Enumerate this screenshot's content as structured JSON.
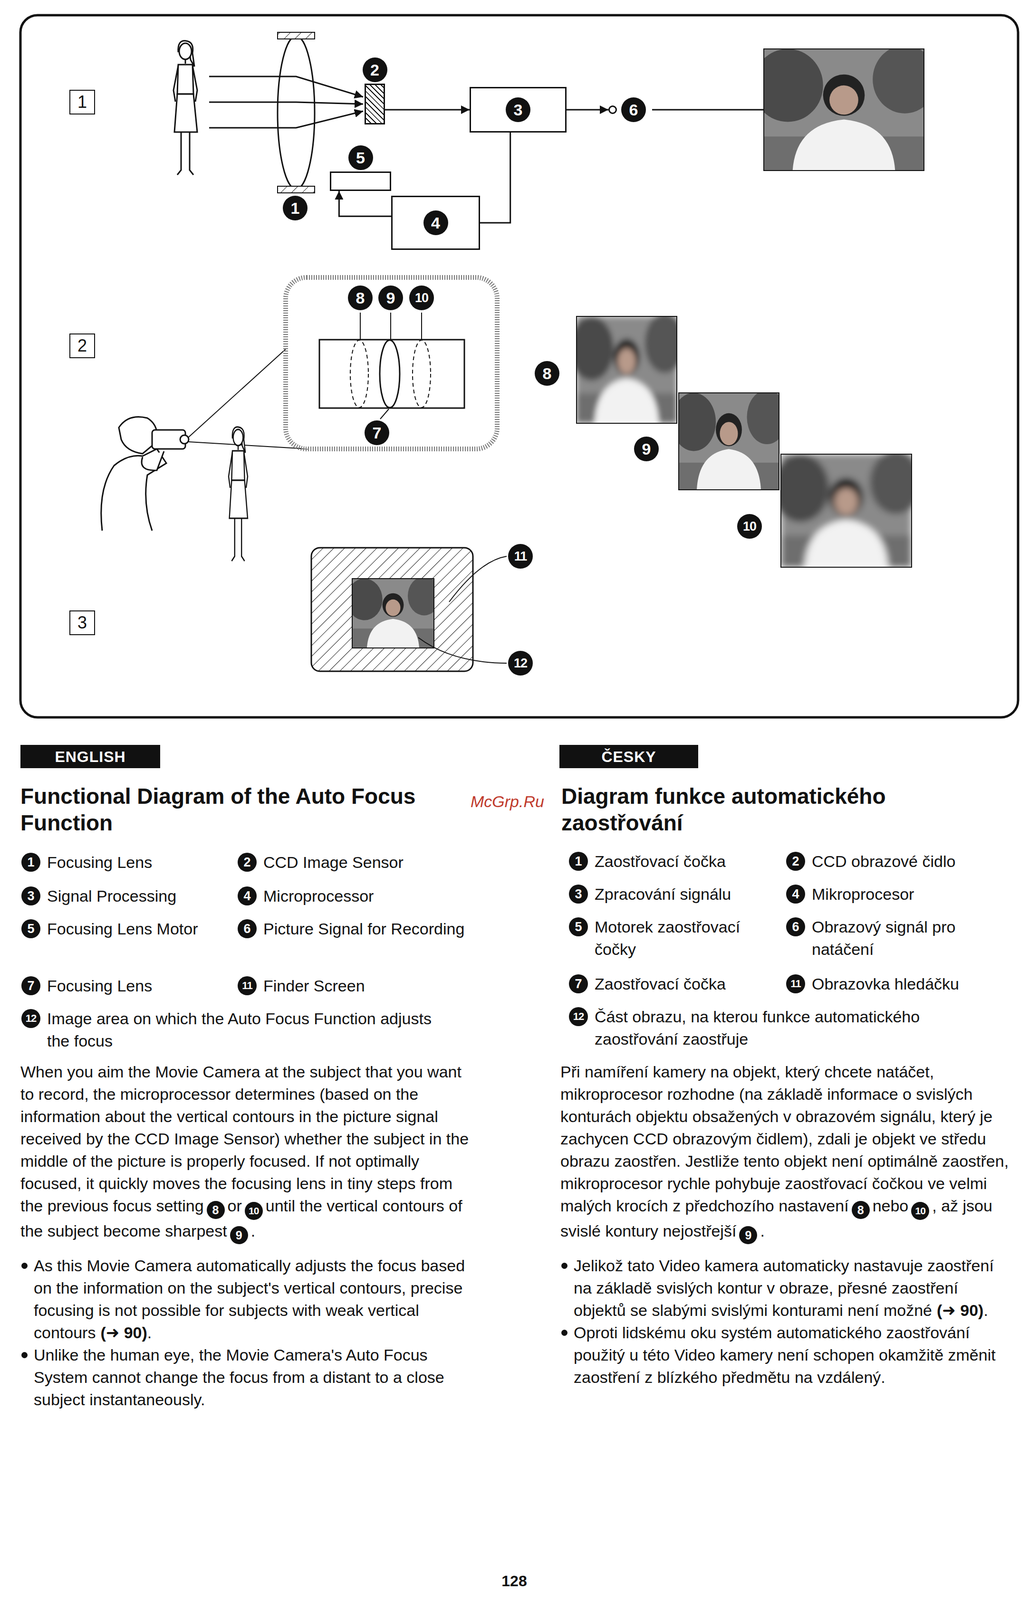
{
  "diagram": {
    "title": "Functional Diagram of the Auto Focus Function",
    "nodes": [
      {
        "text": [
          "2"
        ]
      },
      {
        "text": [
          "3"
        ]
      },
      {
        "text": [
          "6"
        ]
      },
      {
        "text": [
          "5"
        ]
      },
      {
        "text": [
          "4"
        ]
      },
      {
        "text": [
          "ENGLISH"
        ]
      },
      {
        "text": [
          "ČESKY"
        ]
      }
    ],
    "edges": [
      {
        "from": 0,
        "to": 1,
        "arrow": "to"
      },
      {
        "from": 1,
        "to": 2,
        "arrow": "to"
      },
      {
        "from": 1,
        "to": 4,
        "arrow": "none"
      },
      {
        "from": 4,
        "to": 3,
        "arrow": "to"
      }
    ],
    "labels": [
      "1",
      "2",
      "3",
      "1",
      "8",
      "9",
      "10",
      "7",
      "8",
      "9",
      "10",
      "11",
      "12",
      "McGrp.Ru",
      "Diagram funkce automatického zaostřování",
      "1",
      "Focusing Lens",
      "2",
      "CCD Image Sensor",
      "3",
      "Signal Processing",
      "4",
      "Microprocessor",
      "5",
      "Focusing Lens Motor",
      "6",
      "Picture Signal for Recording",
      "7",
      "Focusing Lens",
      "11",
      "Finder Screen",
      "12",
      "Image area on which the Auto Focus Function adjusts the focus",
      "1",
      "Zaostřovací čočka",
      "2",
      "CCD obrazové čidlo",
      "3",
      "Zpracování signálu",
      "4",
      "Mikroprocesor",
      "5",
      "Motorek zaostřovací čočky",
      "6",
      "Obrazový signál pro natáčení",
      "7",
      "Zaostřovací čočka",
      "11",
      "Obrazovka hledáčku",
      "12",
      "Část obrazu, na kterou funkce automatického zaostřování zaostřuje",
      "When you aim the Movie Camera at the subject that you want to record, the microprocessor determines (based on the information about the vertical contours in the picture signal received by the CCD Image Sensor) whether the subject in the middle of the picture is properly focused. If not optimally focused, it quickly moves the focusing lens in tiny steps from the previous focus setting",
      "8",
      "or",
      "10",
      "until the vertical contours of the subject become sharpest",
      "9",
      ".",
      "As this Movie Camera automatically adjusts the focus based on the information on the subject's vertical contours, precise focusing is not possible for subjects with weak vertical contours",
      "(➜ 90)",
      ".",
      "Unlike the human eye, the Movie Camera's Auto Focus System cannot change the focus from a distant to a close subject instantaneously.",
      "Při namíření kamery na objekt, který chcete natáčet, mikroprocesor rozhodne (na základě informace o svislých konturách objektu obsažených v obrazovém signálu, který je zachycen CCD obrazovým čidlem), zdali je objekt ve středu obrazu zaostřen. Jestliže tento objekt není optimálně zaostřen, mikroprocesor rychle pohybuje zaostřovací čočkou ve velmi malých krocích z předchozího nastavení",
      "8",
      "nebo",
      "10",
      ", až jsou svislé kontury nejostřejší",
      "9",
      ".",
      "Jelikož tato Video kamera automaticky nastavuje zaostření na základě svislých kontur v obraze, přesné zaostření objektů se slabými svislými konturami není možné",
      "(➜ 90)",
      ".",
      "Oproti lidskému oku systém automatického zaostřování použitý u této Video kamery není schopen okamžitě změnit zaostření z blízkého předmětu na vzdálený.",
      "128"
    ]
  }
}
